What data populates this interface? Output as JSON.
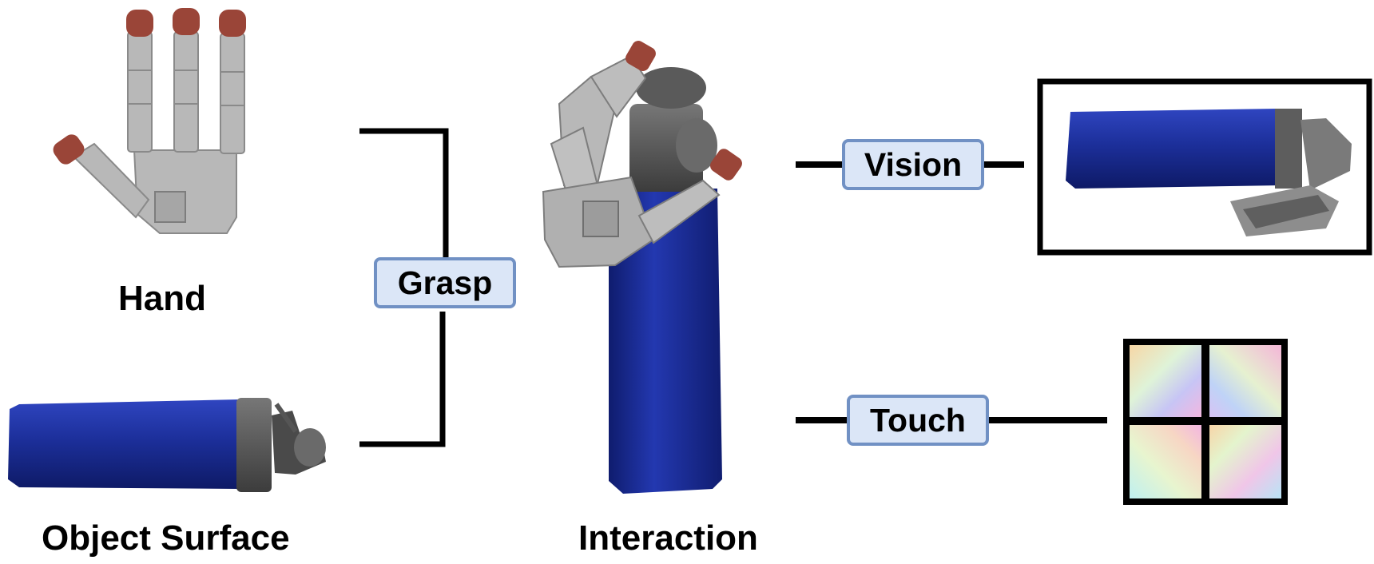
{
  "labels": {
    "hand": "Hand",
    "object_surface": "Object Surface",
    "interaction": "Interaction",
    "grasp": "Grasp",
    "vision": "Vision",
    "touch": "Touch"
  },
  "colors": {
    "bottle_blue": "#1c2f9a",
    "fingertip_red": "#9a4538",
    "hand_gray": "#b4b4b4",
    "cap_gray": "#5a5a5a",
    "tag_fill": "#dbe6f7",
    "tag_border": "#7191c4"
  }
}
